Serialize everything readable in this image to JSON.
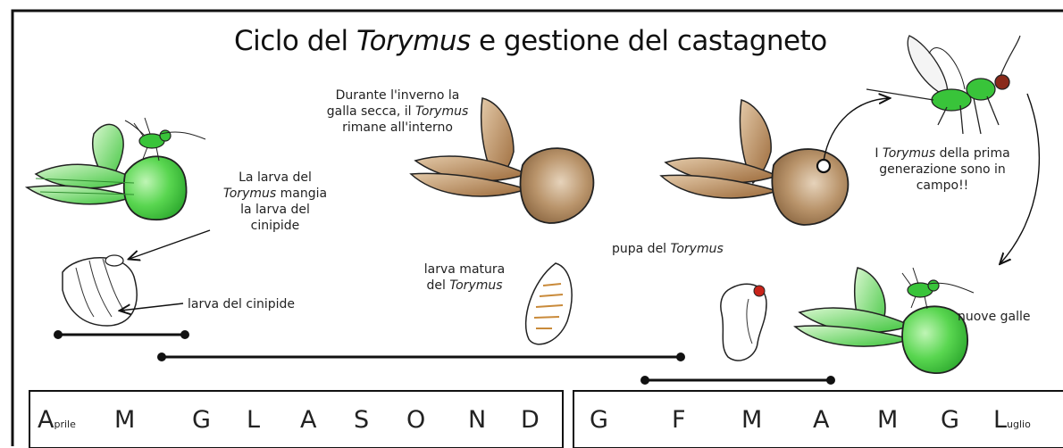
{
  "title": {
    "pre": "Ciclo del",
    "italic": "Torymus",
    "post": "e gestione del castagneto"
  },
  "notes": {
    "inverno": {
      "l1": "Durante l'inverno la",
      "l2a": "galla secca, il",
      "l2b": "Torymus",
      "l3": "rimane all'interno"
    },
    "mangia": {
      "l1": "La larva del",
      "l2a": "Torymus",
      "l2b": "mangia",
      "l3": "la larva del",
      "l4": "cinipide"
    },
    "larva_cinipide": "larva del cinipide",
    "larva_matura": {
      "l1": "larva matura",
      "l2a": "del",
      "l2b": "Torymus"
    },
    "pupa": {
      "a": "pupa del",
      "b": "Torymus"
    },
    "prima_gen": {
      "l1a": "I",
      "l1b": "Torymus",
      "l1c": "della prima",
      "l2": "generazione sono in",
      "l3": "campo!!"
    },
    "nuove_galle": "nuove galle"
  },
  "months_left": [
    {
      "big": "A",
      "small": "prile"
    },
    {
      "big": "M"
    },
    {
      "big": "G"
    },
    {
      "big": "L"
    },
    {
      "big": "A"
    },
    {
      "big": "S"
    },
    {
      "big": "O"
    },
    {
      "big": "N"
    },
    {
      "big": "D"
    }
  ],
  "months_right": [
    {
      "big": "G"
    },
    {
      "big": "F"
    },
    {
      "big": "M"
    },
    {
      "big": "A"
    },
    {
      "big": "M"
    },
    {
      "big": "G"
    },
    {
      "big": "L",
      "small": "uglio"
    }
  ],
  "colors": {
    "gall_green": "#4fd24a",
    "gall_brown": "#a9835a",
    "leaf_brown": "#b07a45",
    "insect_green": "#39c43a",
    "line": "#111111"
  }
}
